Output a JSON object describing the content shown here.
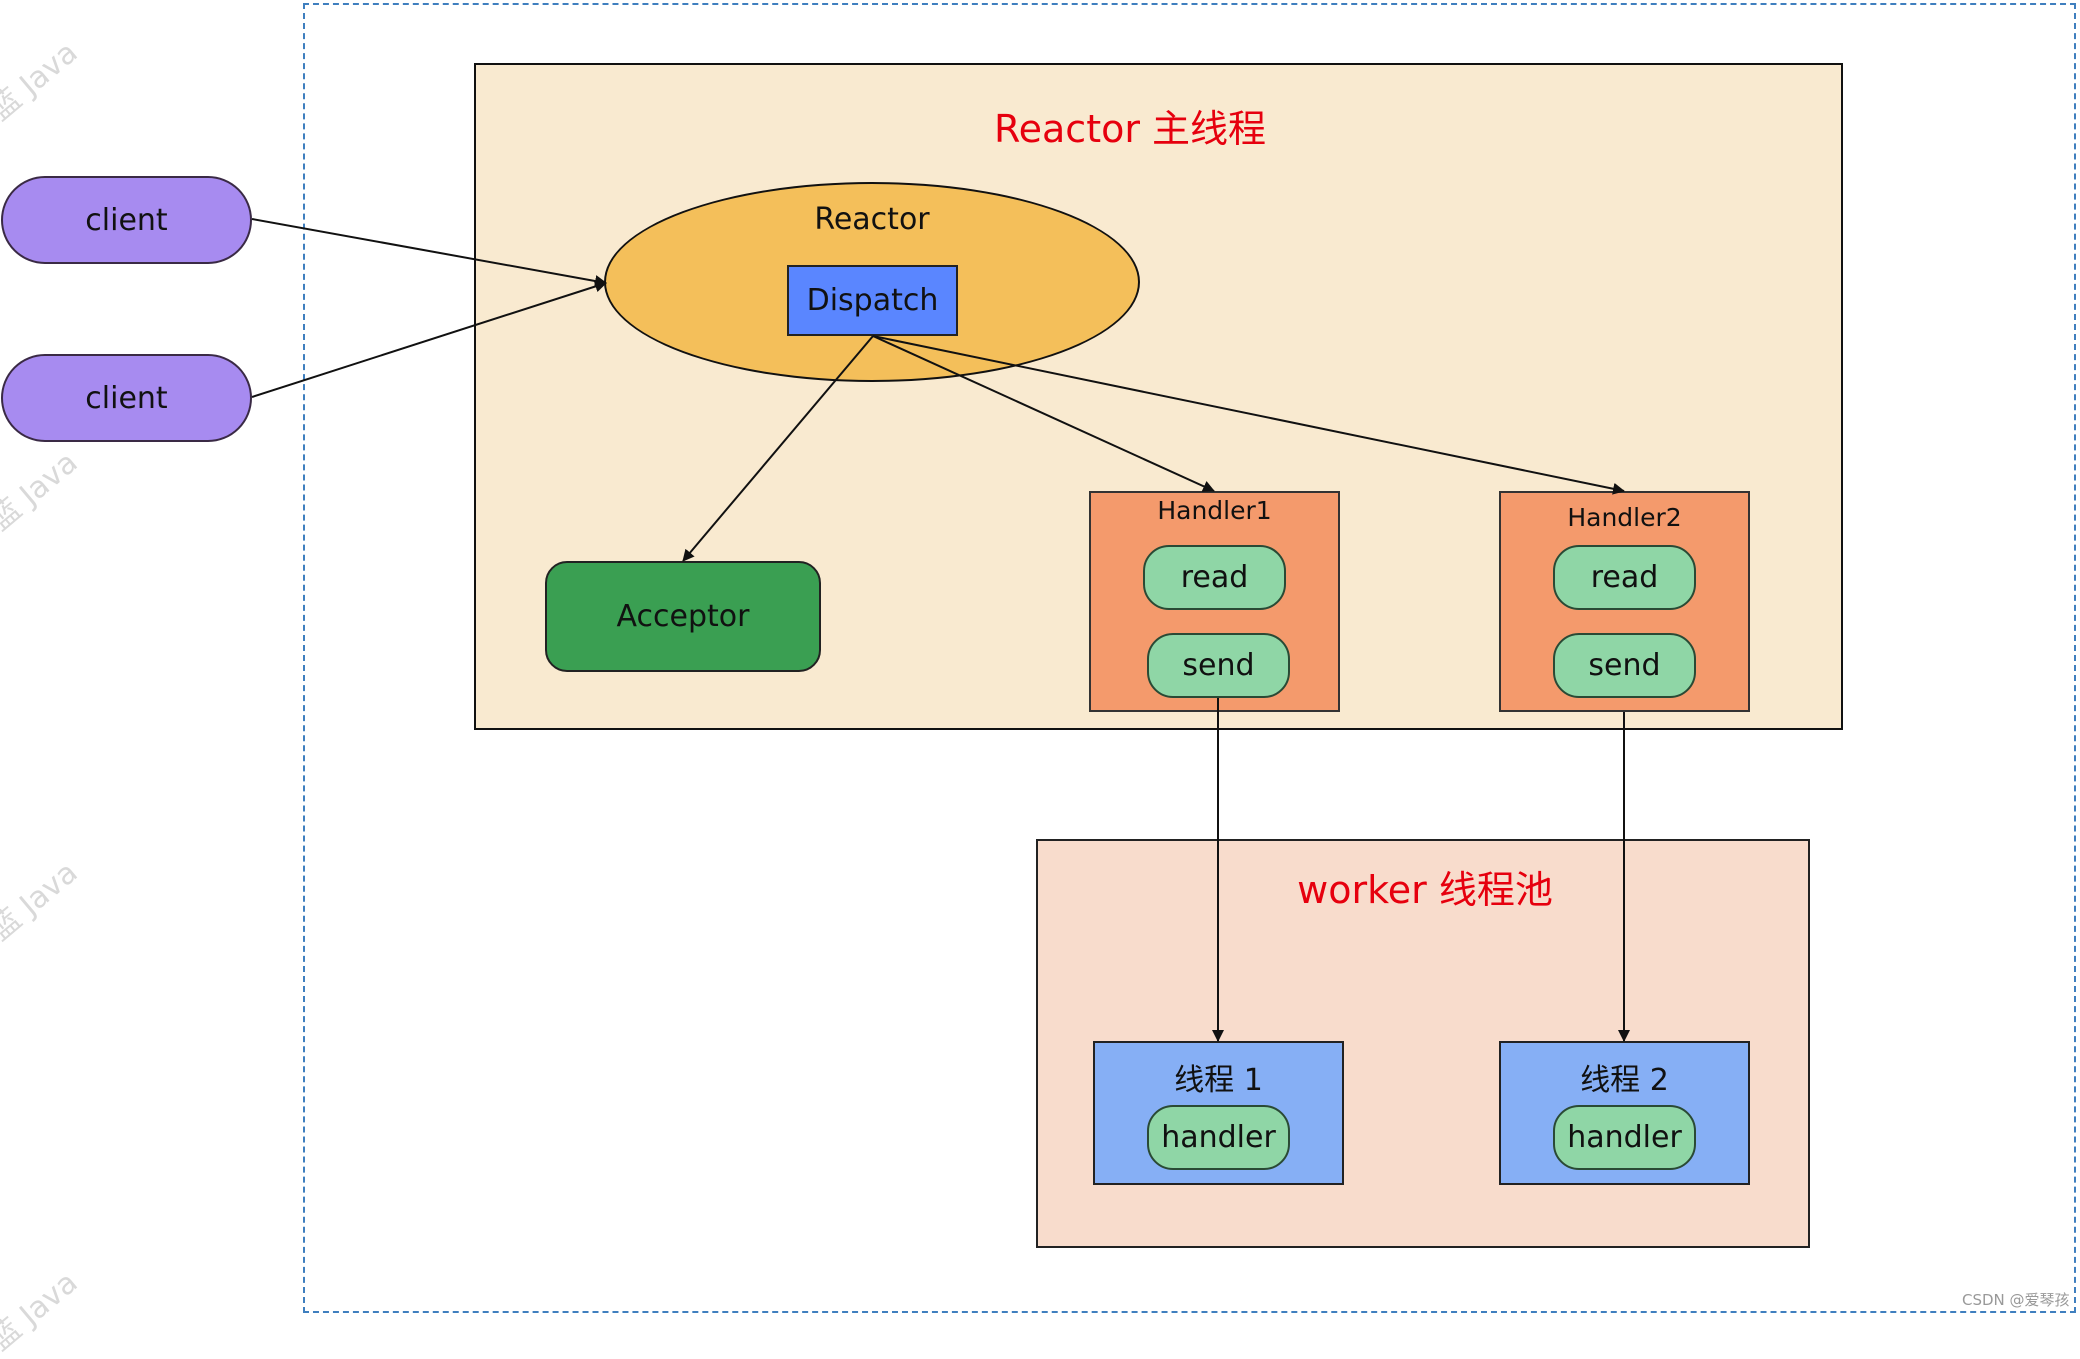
{
  "reactor_section": {
    "title": "Reactor 主线程",
    "reactor_label": "Reactor",
    "dispatch_label": "Dispatch",
    "acceptor_label": "Acceptor",
    "handlers": [
      {
        "label": "Handler1",
        "read": "read",
        "send": "send"
      },
      {
        "label": "Handler2",
        "read": "read",
        "send": "send"
      }
    ]
  },
  "clients": [
    {
      "label": "client"
    },
    {
      "label": "client"
    }
  ],
  "worker_section": {
    "title": "worker 线程池",
    "threads": [
      {
        "label": "线程 1",
        "handler": "handler"
      },
      {
        "label": "线程 2",
        "handler": "handler"
      }
    ]
  },
  "watermark": {
    "text": "蓝 Java"
  },
  "credit": "CSDN @爱琴孩",
  "colors": {
    "title_red": "#e6000e",
    "client": "#a78bf0",
    "reactor_ellipse": "#f4bf5a",
    "dispatch": "#5a86ff",
    "acceptor": "#3a9f52",
    "handler_box": "#f49a6c",
    "pill": "#8fd6a6",
    "thread_box": "#86aff5",
    "reactor_bg": "#f9ead0",
    "worker_bg": "#f8dccc",
    "outer_dash": "#3f7fbf"
  }
}
